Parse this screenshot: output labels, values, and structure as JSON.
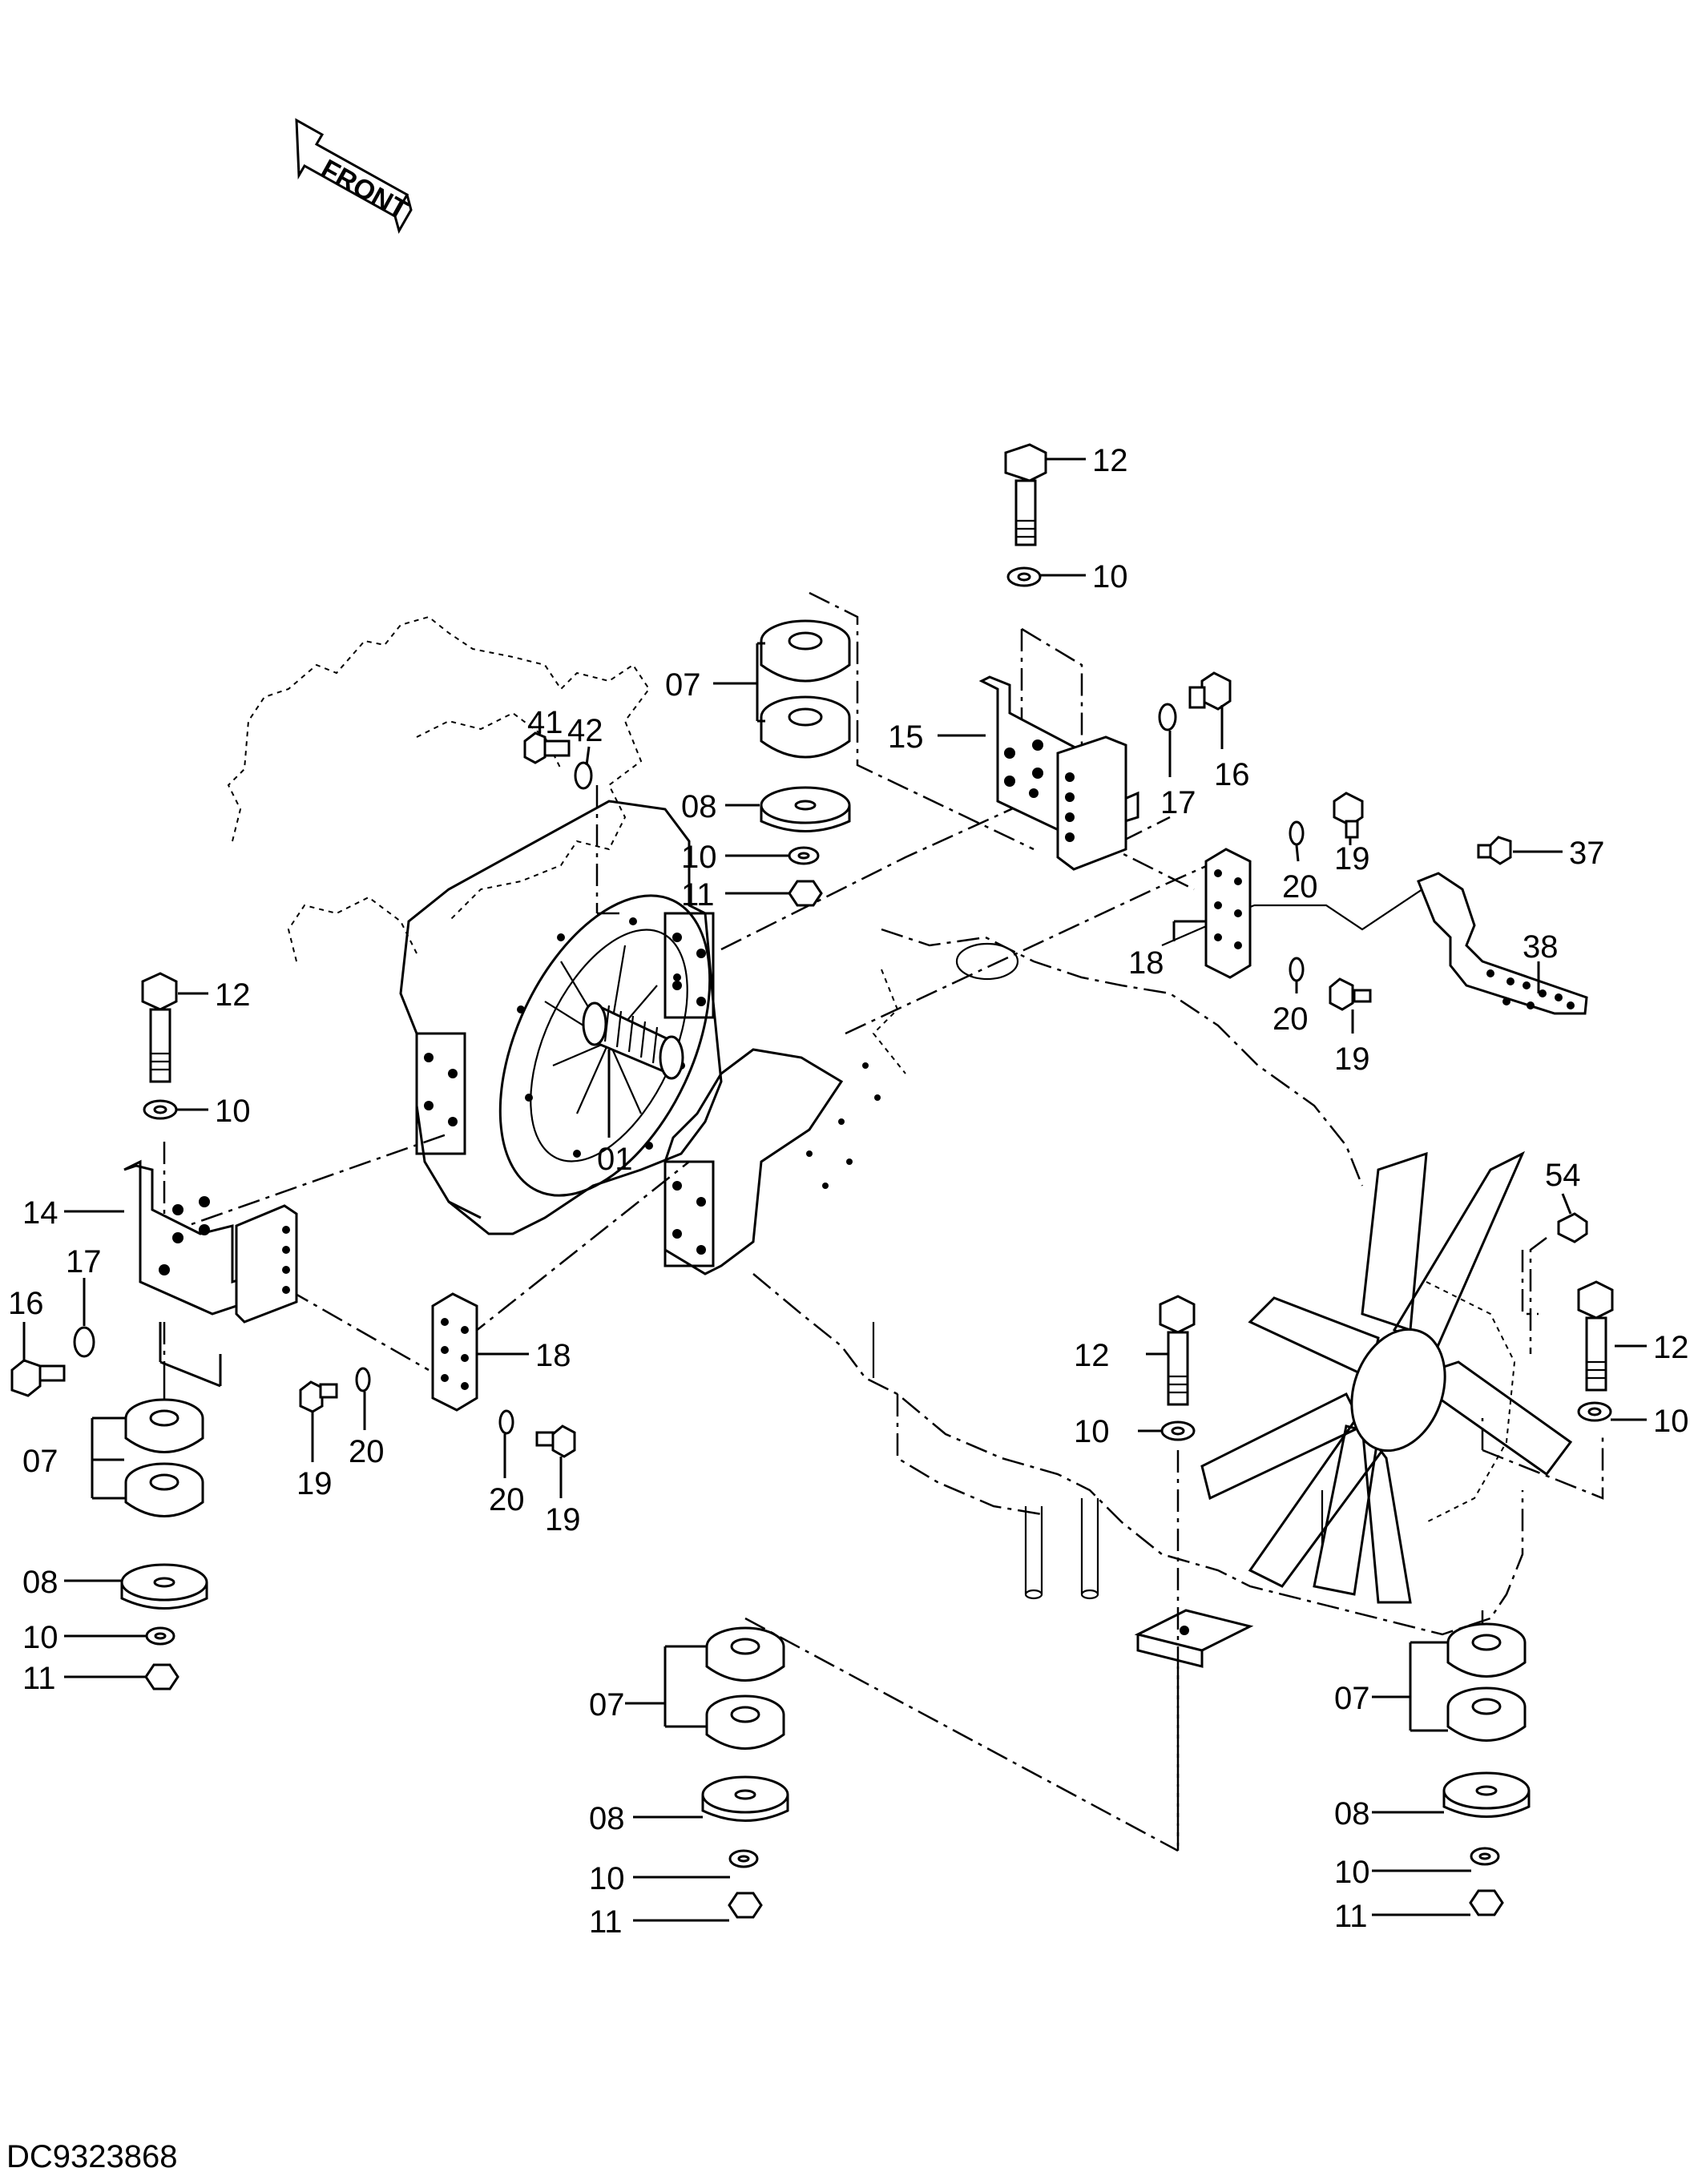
{
  "diagram": {
    "front_label": "FRONT",
    "code": "DC9323868",
    "callouts": {
      "c12a": "12",
      "c10a": "10",
      "c07a": "07",
      "c15": "15",
      "c16a": "16",
      "c17a": "17",
      "c41": "41",
      "c42": "42",
      "c08a": "08",
      "c10b": "10",
      "c11a": "11",
      "c19a": "19",
      "c20a": "20",
      "c37": "37",
      "c38": "38",
      "c18a": "18",
      "c20b": "20",
      "c19b": "19",
      "c12b": "12",
      "c10c": "10",
      "c14": "14",
      "c16b": "16",
      "c17b": "17",
      "c01": "01",
      "c54": "54",
      "c18b": "18",
      "c12c": "12",
      "c12d": "12",
      "c10d": "10",
      "c10e": "10",
      "c07b": "07",
      "c08b": "08",
      "c10f": "10",
      "c11b": "11",
      "c19c": "19",
      "c20c": "20",
      "c20d": "20",
      "c19d": "19",
      "c07c": "07",
      "c08c": "08",
      "c10g": "10",
      "c11c": "11",
      "c07d": "07",
      "c08d": "08",
      "c10h": "10",
      "c11d": "11"
    }
  }
}
